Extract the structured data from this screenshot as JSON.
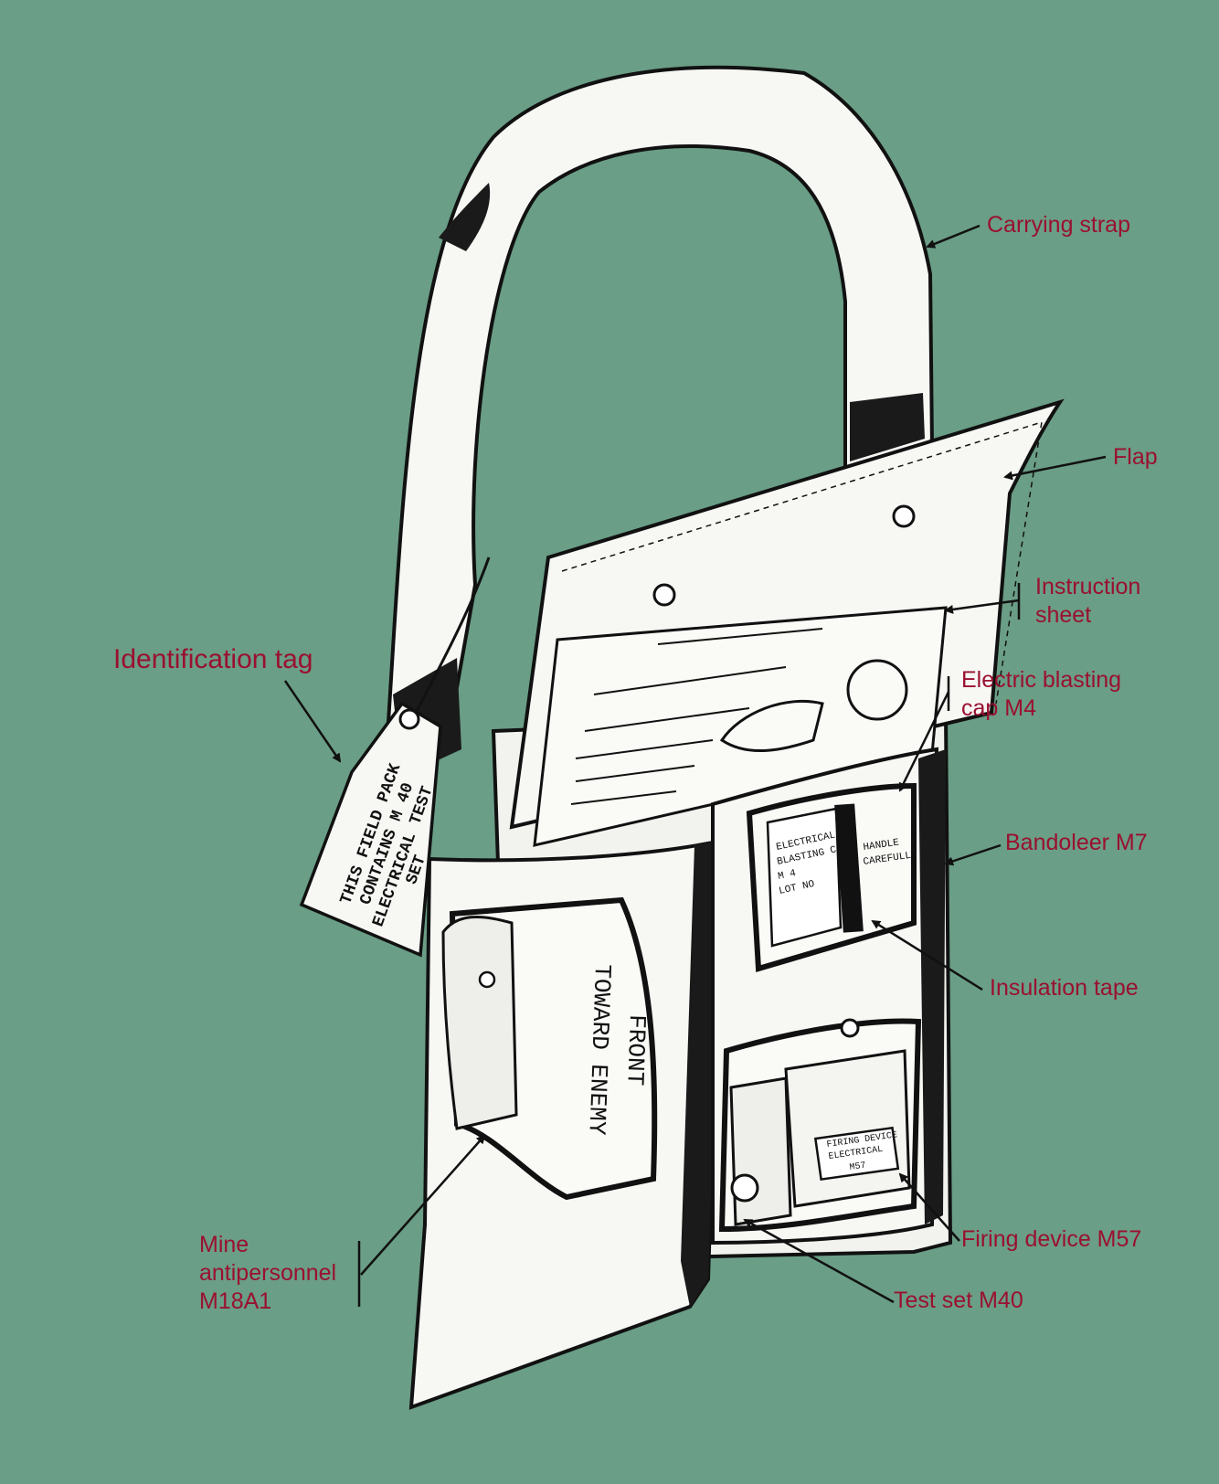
{
  "colors": {
    "background": "#6a9e86",
    "label_text": "#9a1030",
    "line_art": "#111111",
    "paper": "#f7f7f4"
  },
  "labels": {
    "carrying_strap": "Carrying strap",
    "flap": "Flap",
    "instruction_sheet": "Instruction\nsheet",
    "electric_blasting_cap": "Electric blasting\ncap M4",
    "bandoleer": "Bandoleer M7",
    "insulation_tape": "Insulation tape",
    "firing_device": "Firing device M57",
    "test_set": "Test set M40",
    "mine": "Mine\nantipersonnel\nM18A1",
    "identification_tag": "Identification tag"
  },
  "tag_text": [
    "THIS FIELD PACK",
    "CONTAINS M 40",
    "ELECTRICAL TEST",
    "SET"
  ],
  "mine_text": [
    "FRONT",
    "TOWARD ENEMY"
  ],
  "cap_label_text": [
    "ELECTRICAL",
    "BLASTING CAP",
    "M 4",
    "LOT NO"
  ],
  "warning_text": [
    "HANDLE",
    "CAREFULLY"
  ],
  "firing_device_text": [
    "FIRING DEVICE",
    "ELECTRICAL",
    "M57"
  ]
}
